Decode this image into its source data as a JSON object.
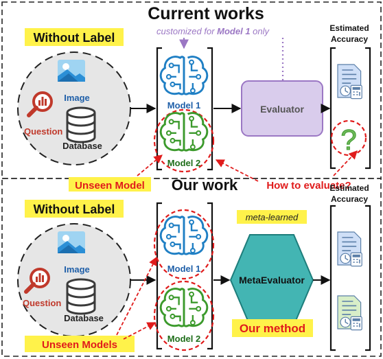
{
  "top": {
    "title": "Current works",
    "without_label": "Without Label",
    "note_prefix": "customized for ",
    "note_model": "Model 1",
    "note_suffix": " only",
    "estimated_line1": "Estimated",
    "estimated_line2": "Accuracy",
    "input_image": "Image",
    "input_question": "Question",
    "input_database": "Database",
    "model1": "Model 1",
    "model2": "Model 2",
    "evaluator": "Evaluator",
    "unseen_model": "Unseen Model",
    "how_to_evaluate": "How to evaluate?"
  },
  "bottom": {
    "title": "Our work",
    "without_label": "Without Label",
    "estimated_line1": "Estimated",
    "estimated_line2": "Accuracy",
    "meta_learned": "meta-learned",
    "input_image": "Image",
    "input_question": "Question",
    "input_database": "Database",
    "model1": "Model 1",
    "model2": "Model 2",
    "meta_evaluator": "MetaEvaluator",
    "unseen_models": "Unseen Models",
    "our_method": "Our method"
  },
  "colors": {
    "highlight": "#fff24a",
    "red": "#e01b1b",
    "purple": "#9b77c4",
    "evaluator_fill": "#d9ccec",
    "teal": "#43b5b3",
    "blue_model": "#1f7fc4",
    "green_model": "#3c9a2c",
    "doc_blue": "#cfdff7",
    "doc_green": "#d8eec8",
    "gray_circle": "#e6e6e6"
  },
  "icons": [
    "image-icon",
    "magnifier-chart-icon",
    "database-icon",
    "brain-circuit-icon",
    "document-calculator-icon",
    "question-mark-icon"
  ]
}
